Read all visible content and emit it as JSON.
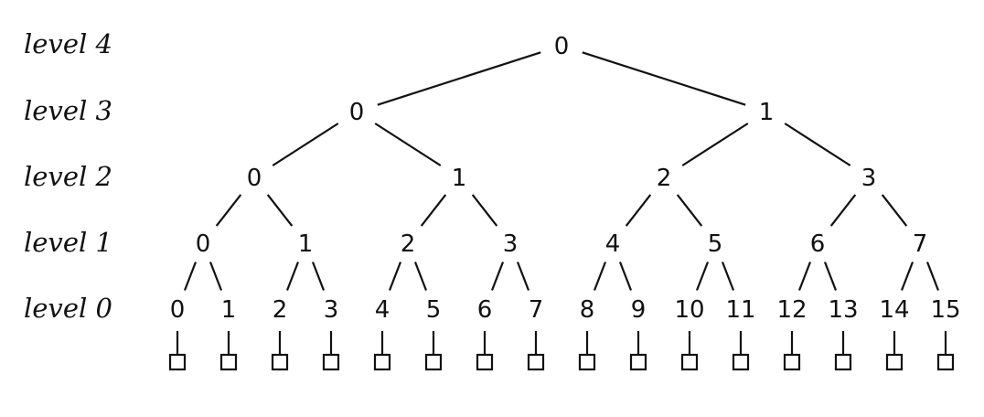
{
  "level_labels": [
    "level 4",
    "level 3",
    "level 2",
    "level 1",
    "level 0"
  ],
  "levels": [
    {
      "level": 4,
      "nodes": [
        "0"
      ]
    },
    {
      "level": 3,
      "nodes": [
        "0",
        "1"
      ]
    },
    {
      "level": 2,
      "nodes": [
        "0",
        "1",
        "2",
        "3"
      ]
    },
    {
      "level": 1,
      "nodes": [
        "0",
        "1",
        "2",
        "3",
        "4",
        "5",
        "6",
        "7"
      ]
    },
    {
      "level": 0,
      "nodes": [
        "0",
        "1",
        "2",
        "3",
        "4",
        "5",
        "6",
        "7",
        "8",
        "9",
        "10",
        "11",
        "12",
        "13",
        "14",
        "15"
      ]
    }
  ],
  "leaf_count": 16,
  "colors": {
    "ink": "#111111",
    "background": "#ffffff"
  }
}
